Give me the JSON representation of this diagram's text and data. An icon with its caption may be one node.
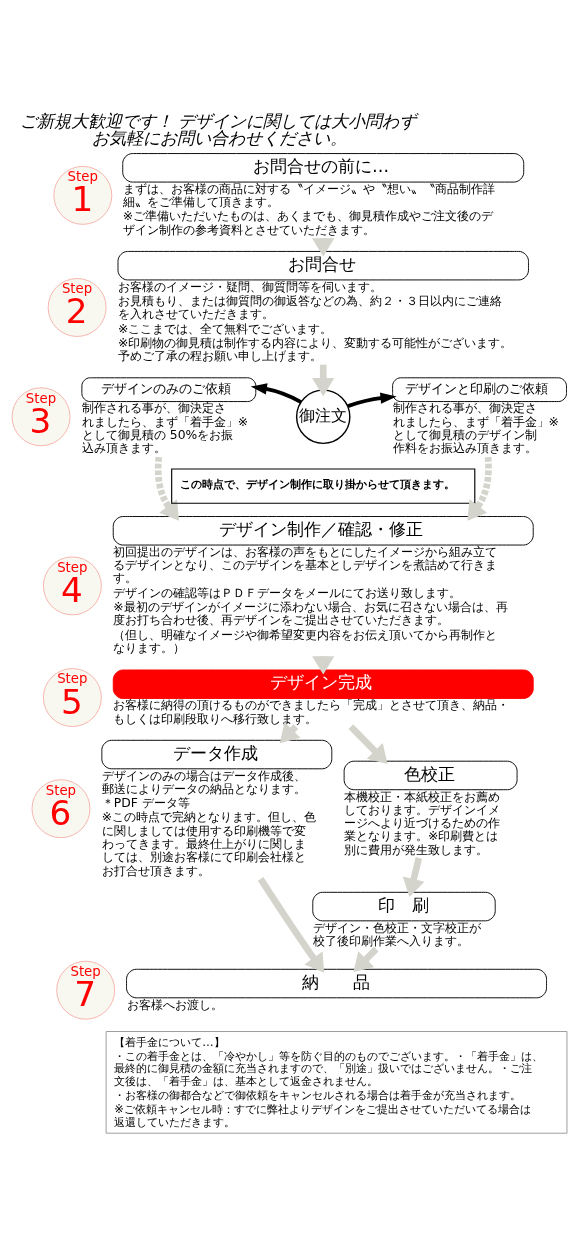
{
  "diagram": {
    "title": "ご新規大歓迎です！ デザインに関しては大小問わずお気軽にお問い合わせください。",
    "nodes": [
      {
        "text": [
          "Step",
          "1"
        ]
      },
      {
        "text": [
          "お問合せの前に…"
        ],
        "beside": [
          "まずは、お客様の商品に対する〝イメージ〟や〝想い〟〝商品制作詳細〟をご準備して頂きます。",
          "※ご準備いただいたものは、あくまでも、御見積作成やご注文後のデザイン制作の参考資料とさせていただきます。"
        ]
      },
      {
        "text": [
          "Step",
          "2"
        ]
      },
      {
        "text": [
          "お問合せ"
        ],
        "beside": [
          "お客様のイメージ・疑問、御質問等を伺います。",
          "お見積もり、または御質問の御返答などの為、約２・３日以内にご連絡を入れさせていただきます。",
          "※ここまでは、全て無料でございます。",
          "※印刷物の御見積は制作する内容により、変動する可能性がございます。予めご了承の程お願い申し上げます。"
        ]
      },
      {
        "text": [
          "Step",
          "3"
        ]
      },
      {
        "text": [
          "デザインのみのご依頼"
        ],
        "beside": [
          "制作される事が、御決定されましたら、まず「着手金」※として御見積の 50%をお振込み頂きます。"
        ]
      },
      {
        "text": [
          "御注文"
        ]
      },
      {
        "text": [
          "デザインと印刷のご依頼"
        ],
        "beside": [
          "制作される事が、御決定されましたら、まず「着手金」※として御見積のデザイン制作料をお振込み頂きます。"
        ]
      },
      {
        "text": [
          "この時点で、デザイン制作に取り掛からせて頂きます。"
        ]
      },
      {
        "text": [
          "Step",
          "4"
        ]
      },
      {
        "text": [
          "デザイン制作／確認・修正"
        ],
        "beside": [
          "初回提出のデザインは、お客様の声をもとにしたイメージから組み立てるデザインとなり、このデザインを基本としデザインを煮詰めて行きます。",
          "デザインの確認等はＰＤＦデータをメールにてお送り致します。",
          "※最初のデザインがイメージに添わない場合、お気に召さない場合は、再度お打ち合わせ後、再デザインをご提出させていただきます。",
          "（但し、明確なイメージや御希望変更内容をお伝え頂いてから再制作となります。）"
        ]
      },
      {
        "text": [
          "Step",
          "5"
        ]
      },
      {
        "text": [
          "デザイン完成"
        ],
        "beside": [
          "お客様に納得の頂けるものができましたら「完成」とさせて頂き、納品・もしくは印刷段取りへ移行致します。"
        ]
      },
      {
        "text": [
          "Step",
          "6"
        ]
      },
      {
        "text": [
          "データ作成"
        ],
        "beside": [
          "デザインのみの場合はデータ作成後、郵送によりデータの納品となります。",
          "＊PDF データ等",
          "※この時点で完納となります。但し、色に関しましては使用する印刷機等で変わってきます。最終仕上がりに関しましては、別途お客様にて印刷会社様とお打合せ頂きます。"
        ]
      },
      {
        "text": [
          "色校正"
        ],
        "beside": [
          "本機校正・本紙校正をお薦めしております。デザインイメージへより近づけるための作業となります。※印刷費とは別に費用が発生致します。"
        ]
      },
      {
        "text": [
          "印　刷"
        ],
        "beside": [
          "デザイン・色校正・文字校正が校了後印刷作業へ入ります。"
        ]
      },
      {
        "text": [
          "Step",
          "7"
        ]
      },
      {
        "text": [
          "納　　品"
        ],
        "beside": [
          "お客様へお渡し。"
        ]
      },
      {
        "text": [
          "【着手金について…】",
          "・この着手金とは、「冷やかし」等を防ぐ目的のものでございます。・「着手金」は、最終的に御見積の金額に充当されますので、「別途」扱いではございません。・ご注文後は、「着手金」は、基本として返金されません。",
          "・お客様の御都合などで御依頼をキャンセルされる場合は着手金が充当されます。",
          "※ご依頼キャンセル時：すでに弊社よりデザインをご提出させていただいてる場合は返還していただきます。"
        ]
      }
    ],
    "edges": [
      {
        "from": 1,
        "to": 3,
        "arrow": "to"
      },
      {
        "from": 3,
        "to": 6,
        "arrow": "to"
      },
      {
        "from": 6,
        "to": 5,
        "arrow": "to",
        "color": "#000000"
      },
      {
        "from": 6,
        "to": 7,
        "arrow": "to",
        "color": "#000000"
      },
      {
        "from": 5,
        "to": 10,
        "arrow": "to",
        "style": "dashed"
      },
      {
        "from": 7,
        "to": 10,
        "arrow": "to",
        "style": "dashed"
      },
      {
        "from": 10,
        "to": 12,
        "arrow": "to"
      },
      {
        "from": 12,
        "to": 14,
        "arrow": "to"
      },
      {
        "from": 12,
        "to": 15,
        "arrow": "to"
      },
      {
        "from": 14,
        "to": 18,
        "arrow": "to"
      },
      {
        "from": 15,
        "to": 16,
        "arrow": "to"
      },
      {
        "from": 16,
        "to": 18,
        "arrow": "to"
      }
    ]
  }
}
